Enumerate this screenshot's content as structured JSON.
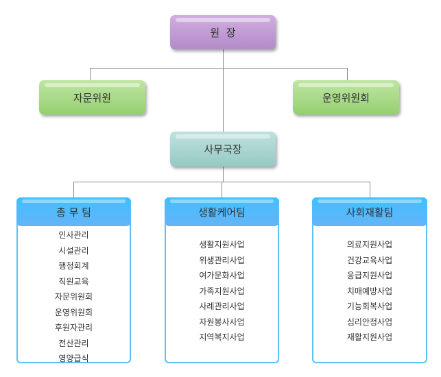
{
  "director": "원  장",
  "advisors": "자문위원",
  "committee": "운영위원회",
  "secretary": "사무국장",
  "teams": [
    {
      "title": "총 무 팀",
      "items": [
        "인사관리",
        "시설관리",
        "행정회계",
        "직원교육",
        "자문위원회",
        "운영위원회",
        "후원자관리",
        "전산관리",
        "영양급식"
      ]
    },
    {
      "title": "생활케어팀",
      "items": [
        "생활지원사업",
        "위생관리사업",
        "여가문화사업",
        "가족지원사업",
        "사례관리사업",
        "자원봉사사업",
        "지역복지사업"
      ]
    },
    {
      "title": "사회재활팀",
      "items": [
        "의료지원사업",
        "건강교육사업",
        "응급지원사업",
        "치매예방사업",
        "기능회복사업",
        "심리안정사업",
        "재활지원사업"
      ]
    }
  ]
}
